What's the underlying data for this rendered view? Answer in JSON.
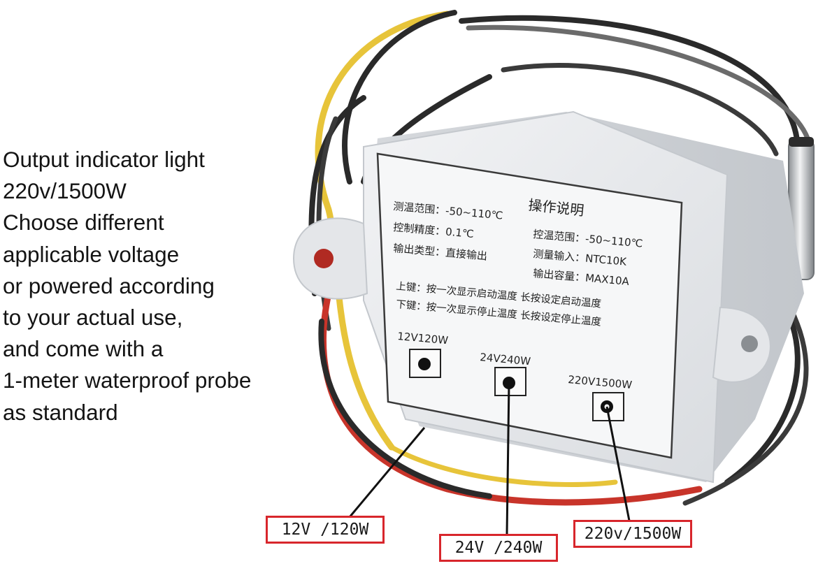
{
  "description": {
    "lines": [
      "Output indicator light",
      "220v/1500W",
      "Choose different",
      "applicable voltage",
      "or powered according",
      "to your actual use,",
      "and come with a",
      "1-meter waterproof probe",
      "as standard"
    ]
  },
  "label_panel": {
    "heading": "操作说明",
    "left_specs": [
      "测温范围：-50~110℃",
      "控制精度：0.1℃",
      "输出类型：直接输出"
    ],
    "right_specs": [
      "控温范围：-50~110℃",
      "测量输入：NTC10K",
      "输出容量：MAX10A"
    ],
    "key_lines": [
      "上键：按一次显示启动温度  长按设定启动温度",
      "下键：按一次显示停止温度  长按设定停止温度"
    ],
    "port_labels": [
      "12V120W",
      "24V240W",
      "220V1500W"
    ]
  },
  "callouts": {
    "v12": "12V /120W",
    "v24": "24V /240W",
    "v220": "220v/1500W"
  },
  "colors": {
    "callout_border": "#d8262c",
    "housing": "#e9ebee",
    "label": "#f4f5f6",
    "wire_yellow": "#e7c43a",
    "wire_red": "#c8342a",
    "wire_black": "#2a2a2a"
  }
}
